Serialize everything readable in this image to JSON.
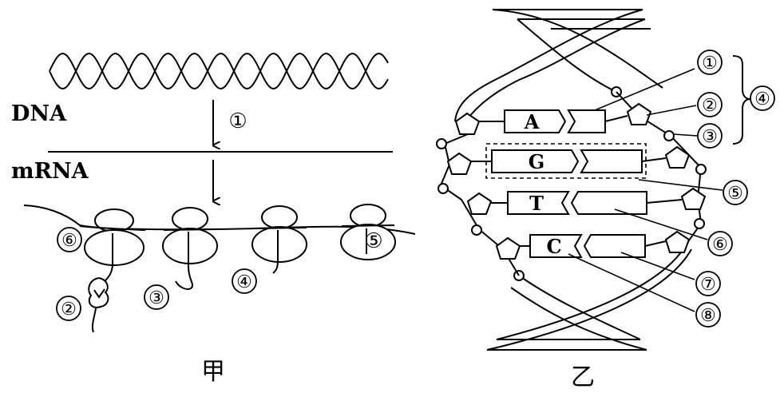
{
  "left_panel": {
    "caption": "甲",
    "dna_label": "DNA",
    "mrna_label": "mRNA",
    "markers": {
      "m1": "①",
      "m2": "②",
      "m3": "③",
      "m4": "④",
      "m5": "⑤",
      "m6": "⑥"
    }
  },
  "right_panel": {
    "caption": "乙",
    "bases": {
      "b1": "A",
      "b2": "G",
      "b3": "T",
      "b4": "C"
    },
    "markers": {
      "m1": "①",
      "m2": "②",
      "m3": "③",
      "m4": "④",
      "m5": "⑤",
      "m6": "⑥",
      "m7": "⑦",
      "m8": "⑧"
    }
  }
}
